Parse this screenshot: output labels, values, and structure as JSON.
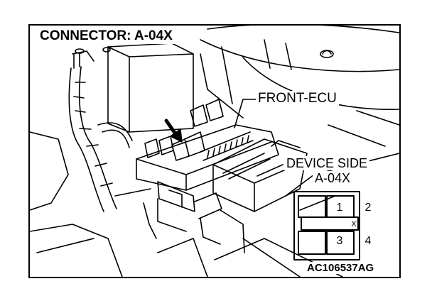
{
  "title": "CONNECTOR: A-04X",
  "callouts": {
    "front_ecu": "FRONT-ECU",
    "device_side": "DEVICE SIDE",
    "connector_id": "A-04X"
  },
  "connector_face": {
    "pins": [
      "1",
      "2",
      "3",
      "4"
    ],
    "mark": "X"
  },
  "reference_code": "AC106537AG",
  "icons": {
    "locator_arrow": "arrow-icon"
  }
}
